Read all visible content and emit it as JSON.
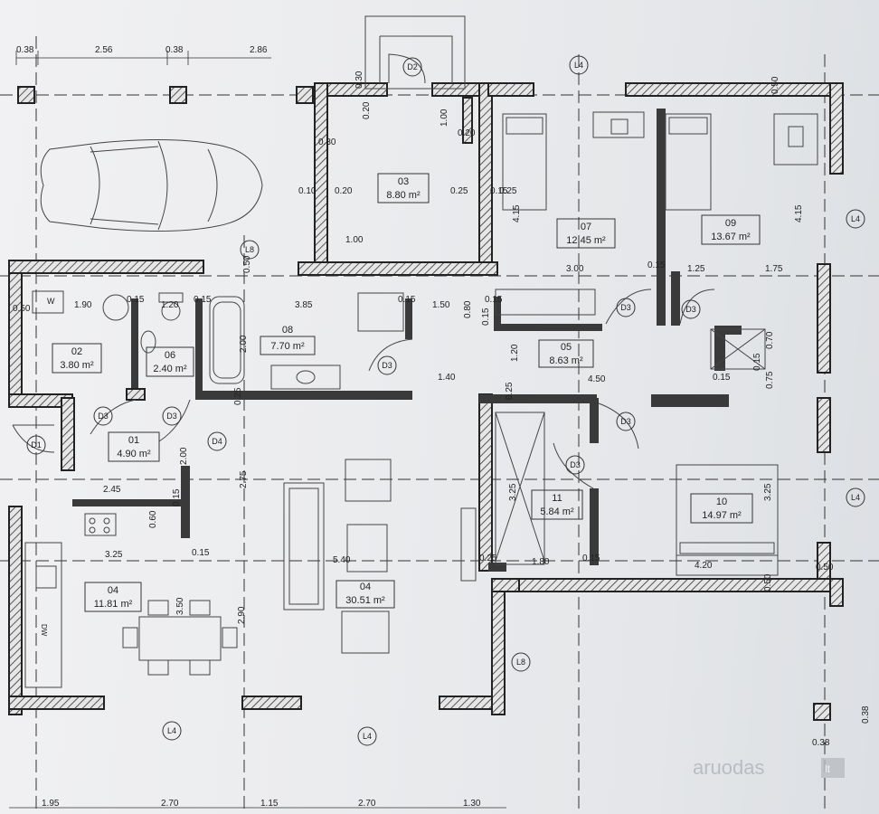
{
  "rooms": [
    {
      "no": "03",
      "area": "8.80 m²"
    },
    {
      "no": "07",
      "area": "12.45 m²"
    },
    {
      "no": "09",
      "area": "13.67 m²"
    },
    {
      "no": "02",
      "area": "3.80 m²"
    },
    {
      "no": "06",
      "area": "2.40 m²"
    },
    {
      "no": "08",
      "area": "7.70 m²"
    },
    {
      "no": "05",
      "area": "8.63 m²"
    },
    {
      "no": "01",
      "area": "4.90 m²"
    },
    {
      "no": "11",
      "area": "5.84 m²"
    },
    {
      "no": "10",
      "area": "14.97 m²"
    },
    {
      "no": "04",
      "area": "11.81 m²"
    },
    {
      "no": "04",
      "area": "30.51 m²"
    }
  ],
  "tags": {
    "D1": "D1",
    "D2": "D2",
    "D3": "D3",
    "D4": "D4",
    "L4": "L4",
    "L8": "L8"
  },
  "dims": {
    "top": [
      "0.38",
      "2.56",
      "0.38",
      "2.86"
    ],
    "bottom": [
      "1.95",
      "2.70",
      "1.15",
      "2.70",
      "1.30"
    ],
    "inner": [
      "0.30",
      "0.20",
      "1.00",
      "0.20",
      "0.30",
      "0.10",
      "0.20",
      "0.25",
      "0.25",
      "1.00",
      "4.15",
      "4.15",
      "3.00",
      "0.15",
      "1.25",
      "1.75",
      "0.50",
      "0.50",
      "1.90",
      "0.15",
      "1.20",
      "0.15",
      "3.85",
      "0.15",
      "1.50",
      "0.15",
      "0.80",
      "0.15",
      "2.00",
      "1.20",
      "0.70",
      "0.15",
      "0.75",
      "0.15",
      "1.40",
      "4.50",
      "0.25",
      "0.25",
      "2.00",
      "2.45",
      "0.15",
      "2.75",
      "3.25",
      "3.25",
      "0.60",
      "0.15",
      "3.25",
      "5.40",
      "0.25",
      "1.80",
      "0.15",
      "4.20",
      "0.50",
      "0.50",
      "3.50",
      "2.90",
      "0.38",
      "0.38",
      "0.50",
      "0.15"
    ]
  },
  "labels": {
    "washer": "W",
    "dishwasher": "DW"
  },
  "watermark": {
    "text": "aruodas",
    "suffix": "lt"
  }
}
